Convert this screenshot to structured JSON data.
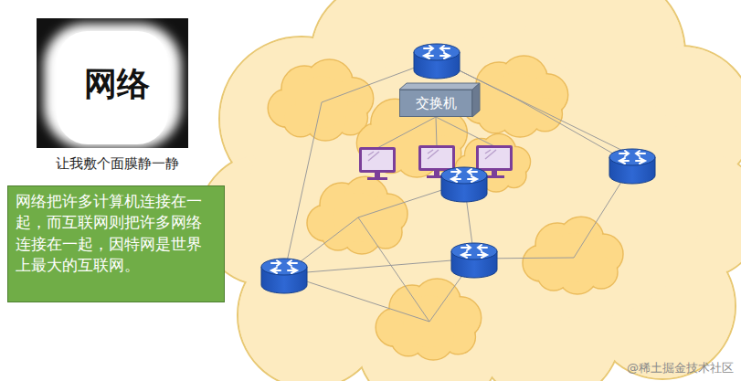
{
  "diagram": {
    "nodes": [
      {
        "text": [
          "网络",
          "让我敷个面膜静一静"
        ]
      },
      {
        "text": [
          "网络把许多计算机连接在一起，而互联网则把许多网络连接在一起，因特网是世界上最大的互联网。"
        ]
      },
      {
        "text": [
          "交换机"
        ]
      }
    ],
    "labels": [
      "@稀土掘金技术社区"
    ]
  }
}
